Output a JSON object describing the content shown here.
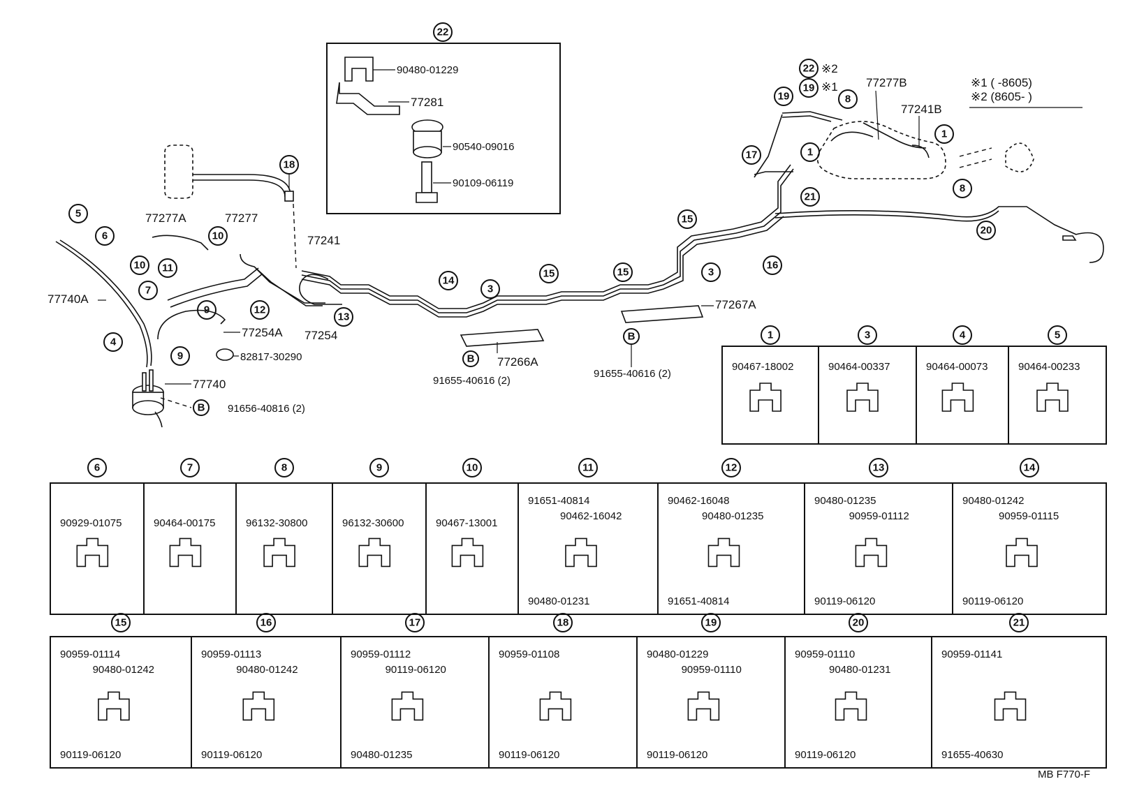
{
  "footer_code": "MB  F770-F",
  "notes": {
    "note1": "※1 (       -8605)",
    "note2": "※2 (8605-       )"
  },
  "main_labels": {
    "l77277A": "77277A",
    "l77277": "77277",
    "l77241": "77241",
    "l77740A": "77740A",
    "l77254A": "77254A",
    "l77254": "77254",
    "l82817": "82817-30290",
    "l77740": "77740",
    "l91656": "91656-40816 (2)",
    "l77266A": "77266A",
    "l91655a": "91655-40616 (2)",
    "l91655b": "91655-40616 (2)",
    "l77267A": "77267A",
    "l77277B": "77277B",
    "l77241B": "77241B",
    "mark22": "※2",
    "mark19": "※1"
  },
  "inset22": {
    "p1": "90480-01229",
    "p2": "77281",
    "p3": "90540-09016",
    "p4": "90109-06119"
  },
  "callouts": {
    "c1a": "1",
    "c1b": "1",
    "c3a": "3",
    "c3b": "3",
    "c4": "4",
    "c5": "5",
    "c6": "6",
    "c7": "7",
    "c8a": "8",
    "c8b": "8",
    "c9a": "9",
    "c9b": "9",
    "c10a": "10",
    "c10b": "10",
    "c11": "11",
    "c12": "12",
    "c13": "13",
    "c14": "14",
    "c15a": "15",
    "c15b": "15",
    "c15c": "15",
    "c16": "16",
    "c17": "17",
    "c18": "18",
    "c19a": "19",
    "c19b": "19",
    "c20": "20",
    "c21": "21",
    "c22top": "22",
    "c22b": "22",
    "bA": "B",
    "bB": "B",
    "bC": "B"
  },
  "row1": [
    {
      "id": "1",
      "parts": [
        "90467-18002"
      ]
    },
    {
      "id": "3",
      "parts": [
        "90464-00337"
      ]
    },
    {
      "id": "4",
      "parts": [
        "90464-00073"
      ]
    },
    {
      "id": "5",
      "parts": [
        "90464-00233"
      ]
    }
  ],
  "row2": [
    {
      "id": "6",
      "parts": [
        "90929-01075"
      ]
    },
    {
      "id": "7",
      "parts": [
        "90464-00175"
      ]
    },
    {
      "id": "8",
      "parts": [
        "96132-30800"
      ]
    },
    {
      "id": "9",
      "parts": [
        "96132-30600"
      ]
    },
    {
      "id": "10",
      "parts": [
        "90467-13001"
      ]
    },
    {
      "id": "11",
      "parts": [
        "91651-40814",
        "90462-16042",
        "90480-01231"
      ]
    },
    {
      "id": "12",
      "parts": [
        "90462-16048",
        "90480-01235",
        "91651-40814"
      ]
    },
    {
      "id": "13",
      "parts": [
        "90480-01235",
        "90959-01112",
        "90119-06120"
      ]
    },
    {
      "id": "14",
      "parts": [
        "90480-01242",
        "90959-01115",
        "90119-06120"
      ]
    }
  ],
  "row3": [
    {
      "id": "15",
      "parts": [
        "90959-01114",
        "90480-01242",
        "90119-06120"
      ]
    },
    {
      "id": "16",
      "parts": [
        "90959-01113",
        "90480-01242",
        "90119-06120"
      ]
    },
    {
      "id": "17",
      "parts": [
        "90959-01112",
        "90119-06120",
        "90480-01235"
      ]
    },
    {
      "id": "18",
      "parts": [
        "90959-01108",
        "90119-06120"
      ]
    },
    {
      "id": "19",
      "parts": [
        "90480-01229",
        "90959-01110",
        "90119-06120"
      ]
    },
    {
      "id": "20",
      "parts": [
        "90959-01110",
        "90480-01231",
        "90119-06120"
      ]
    },
    {
      "id": "21",
      "parts": [
        "90959-01141",
        "91655-40630"
      ]
    }
  ],
  "b_marker": "B"
}
